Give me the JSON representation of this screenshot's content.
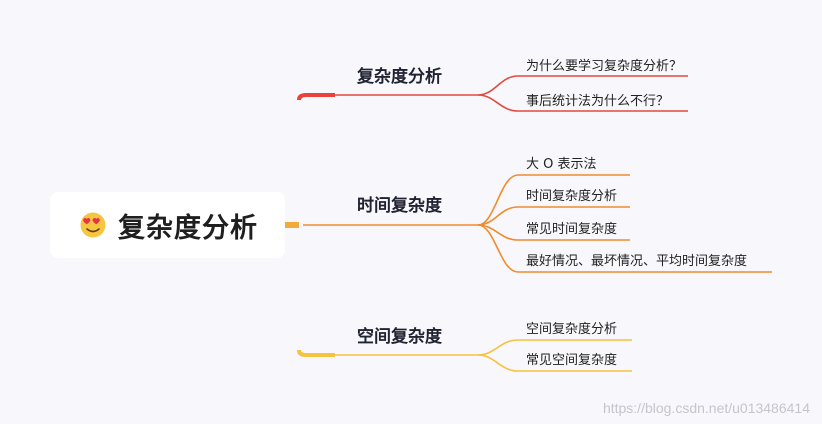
{
  "root": {
    "title": "复杂度分析",
    "icon": "heart-eyes-emoji-icon"
  },
  "branches": [
    {
      "label": "复杂度分析",
      "color": "#e04a3f",
      "children": [
        "为什么要学习复杂度分析？",
        "事后统计法为什么不行？"
      ]
    },
    {
      "label": "时间复杂度",
      "color": "#f08c2e",
      "children": [
        "大 O 表示法",
        "时间复杂度分析",
        "常见时间复杂度",
        "最好情况、最坏情况、平均时间复杂度"
      ]
    },
    {
      "label": "空间复杂度",
      "color": "#f7c23c",
      "children": [
        "空间复杂度分析",
        "常见空间复杂度"
      ]
    }
  ],
  "watermark": "https://blog.csdn.net/u013486414"
}
